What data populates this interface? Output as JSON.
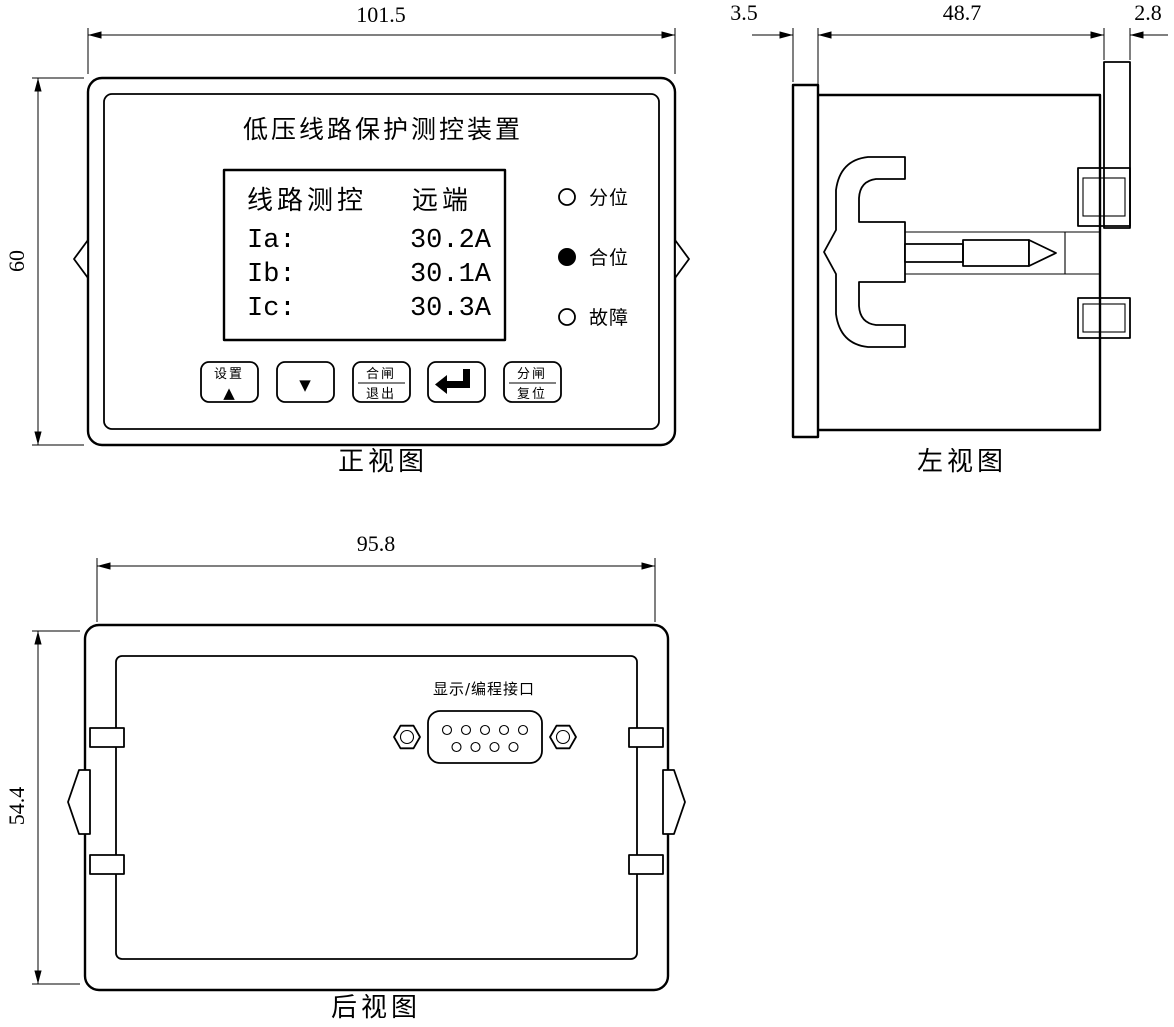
{
  "views": {
    "front": {
      "caption": "正视图",
      "title": "低压线路保护测控装置",
      "dim_width": "101.5",
      "dim_height": "60",
      "lcd": {
        "header_left": "线路测控",
        "header_right": "远端",
        "rows": [
          {
            "label": "Ia:",
            "value": "30.2A"
          },
          {
            "label": "Ib:",
            "value": "30.1A"
          },
          {
            "label": "Ic:",
            "value": "30.3A"
          }
        ]
      },
      "leds": [
        {
          "label": "分位",
          "state": "off"
        },
        {
          "label": "合位",
          "state": "on"
        },
        {
          "label": "故障",
          "state": "off"
        }
      ],
      "buttons": {
        "set_top": "设置",
        "set_icon": "▲",
        "down_icon": "▼",
        "close_top": "合闸",
        "close_bottom": "退出",
        "enter_icon": "enter-arrow-icon",
        "open_top": "分闸",
        "open_bottom": "复位"
      }
    },
    "left": {
      "caption": "左视图",
      "dim_flange": "3.5",
      "dim_depth": "48.7",
      "dim_rail": "2.8"
    },
    "rear": {
      "caption": "后视图",
      "dim_width": "95.8",
      "dim_height": "54.4",
      "port_label": "显示/编程接口"
    }
  }
}
